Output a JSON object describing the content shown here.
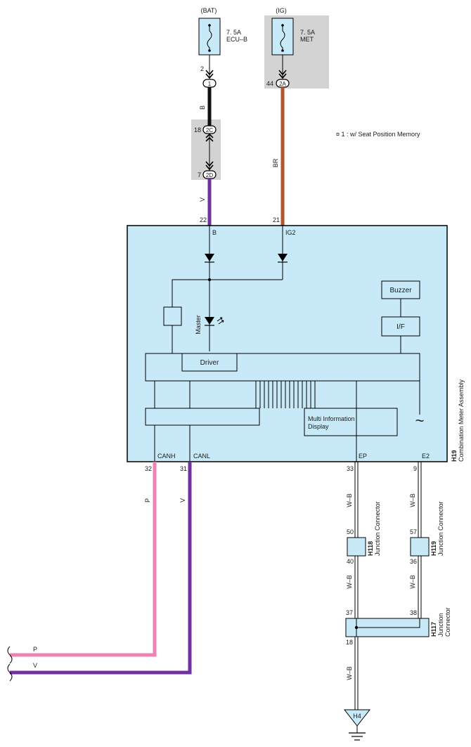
{
  "fuses": [
    {
      "supply": "(BAT)",
      "rating": "7. 5A",
      "name": "ECU–B"
    },
    {
      "supply": "(IG)",
      "rating": "7. 5A",
      "name": "MET"
    }
  ],
  "connectors": {
    "pin_2": "2",
    "c1": "1",
    "pin_44": "44",
    "c2a": "2A",
    "pin_18": "18",
    "c2c": "2C",
    "pin_7": "7",
    "c2d": "2D"
  },
  "note": "¤ 1 : w/ Seat Position Memory",
  "wires": {
    "b": "B",
    "br": "BR",
    "v_top": "V",
    "p": "P",
    "v": "V",
    "wb1": "W–B",
    "wb2": "W–B",
    "wb3": "W–B",
    "wb4": "W–B",
    "wb5": "W–B",
    "p_left": "P",
    "v_left": "V"
  },
  "meter": {
    "pin_b_num": "22",
    "pin_b": "B",
    "pin_ig2_num": "21",
    "pin_ig2": "IG2",
    "master": "Master",
    "buzzer": "Buzzer",
    "if": "I/F",
    "driver": "Driver",
    "mid_line1": "Multi Information",
    "mid_line2": "Display",
    "tilde": "~",
    "canh": "CANH",
    "canl": "CANL",
    "ep": "EP",
    "e2": "E2",
    "pin_32": "32",
    "pin_31": "31",
    "pin_33": "33",
    "pin_9": "9",
    "code": "H19",
    "name": "Combination Meter Assembly"
  },
  "junctions": {
    "h118": {
      "code": "H118",
      "name": "Junction Connector",
      "pin_top": "50",
      "pin_bottom": "40"
    },
    "h119": {
      "code": "H119",
      "name": "Junction Connector",
      "pin_top": "57",
      "pin_bottom": "36"
    },
    "h117": {
      "code": "H117",
      "name_line1": "Junction",
      "name_line2": "Connector",
      "pin_left": "37",
      "pin_right": "38",
      "pin_bottom": "18"
    }
  },
  "ground": "H4",
  "colors": {
    "box_fill": "#c8e9f8",
    "shade": "#d3d3d3",
    "wire_black": "#111111",
    "wire_brown": "#b0552e",
    "wire_violet": "#7030a0",
    "wire_pink": "#ee82b4"
  }
}
